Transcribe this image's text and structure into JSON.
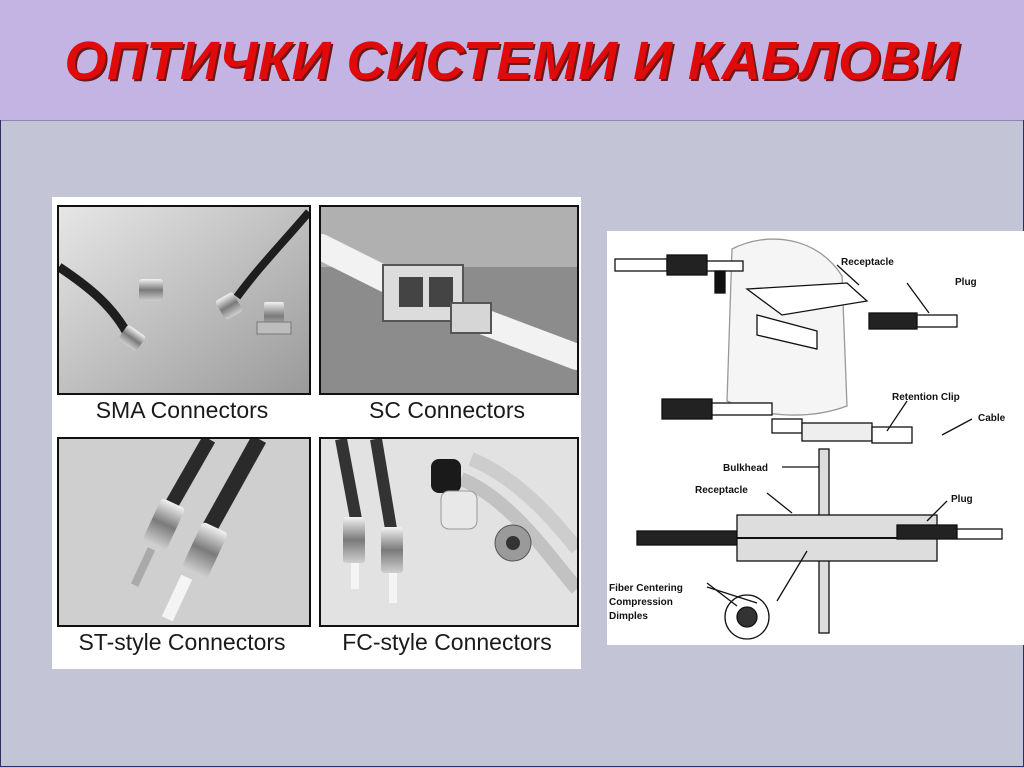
{
  "slide": {
    "title": "ОПТИЧКИ СИСТЕМИ И КАБЛОВИ"
  },
  "photo_grid": {
    "cells": [
      {
        "label": "SMA Connectors"
      },
      {
        "label": "SC Connectors"
      },
      {
        "label": "ST-style Connectors"
      },
      {
        "label": "FC-style Connectors"
      }
    ]
  },
  "diagram": {
    "labels": {
      "receptacle_top": "Receptacle",
      "plug_top": "Plug",
      "retention_clip": "Retention Clip",
      "cable": "Cable",
      "bulkhead": "Bulkhead",
      "receptacle_bottom": "Receptacle",
      "plug_bottom": "Plug",
      "fiber_centering": [
        "Fiber Centering",
        "Compression",
        "Dimples"
      ]
    }
  },
  "colors": {
    "header_bg": "#c4b4e4",
    "body_bg": "#c3c4d6",
    "title_red": "#e10a0a"
  }
}
